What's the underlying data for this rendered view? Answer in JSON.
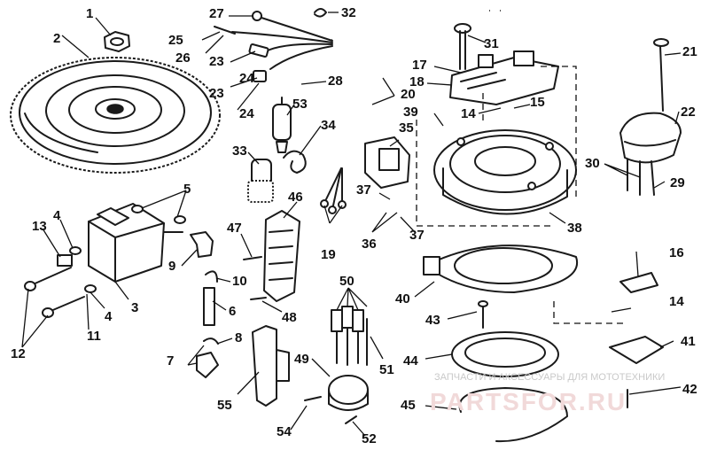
{
  "diagram": {
    "callouts": [
      {
        "id": "c1",
        "text": "1"
      },
      {
        "id": "c2",
        "text": "2"
      },
      {
        "id": "c3",
        "text": "3"
      },
      {
        "id": "c4a",
        "text": "4"
      },
      {
        "id": "c4b",
        "text": "4"
      },
      {
        "id": "c5",
        "text": "5"
      },
      {
        "id": "c6",
        "text": "6"
      },
      {
        "id": "c7",
        "text": "7"
      },
      {
        "id": "c8",
        "text": "8"
      },
      {
        "id": "c9",
        "text": "9"
      },
      {
        "id": "c10",
        "text": "10"
      },
      {
        "id": "c11",
        "text": "11"
      },
      {
        "id": "c12",
        "text": "12"
      },
      {
        "id": "c13",
        "text": "13"
      },
      {
        "id": "c14a",
        "text": "14"
      },
      {
        "id": "c14b",
        "text": "14"
      },
      {
        "id": "c15",
        "text": "15"
      },
      {
        "id": "c16",
        "text": "16"
      },
      {
        "id": "c17",
        "text": "17"
      },
      {
        "id": "c18",
        "text": "18"
      },
      {
        "id": "c19",
        "text": "19"
      },
      {
        "id": "c20",
        "text": "20"
      },
      {
        "id": "c21",
        "text": "21"
      },
      {
        "id": "c22",
        "text": "22"
      },
      {
        "id": "c23a",
        "text": "23"
      },
      {
        "id": "c23b",
        "text": "23"
      },
      {
        "id": "c24a",
        "text": "24"
      },
      {
        "id": "c24b",
        "text": "24"
      },
      {
        "id": "c25",
        "text": "25"
      },
      {
        "id": "c26",
        "text": "26"
      },
      {
        "id": "c27",
        "text": "27"
      },
      {
        "id": "c28",
        "text": "28"
      },
      {
        "id": "c29",
        "text": "29"
      },
      {
        "id": "c30",
        "text": "30"
      },
      {
        "id": "c31",
        "text": "31"
      },
      {
        "id": "c32",
        "text": "32"
      },
      {
        "id": "c33",
        "text": "33"
      },
      {
        "id": "c34",
        "text": "34"
      },
      {
        "id": "c35",
        "text": "35"
      },
      {
        "id": "c36",
        "text": "36"
      },
      {
        "id": "c37a",
        "text": "37"
      },
      {
        "id": "c37b",
        "text": "37"
      },
      {
        "id": "c38",
        "text": "38"
      },
      {
        "id": "c39",
        "text": "39"
      },
      {
        "id": "c40",
        "text": "40"
      },
      {
        "id": "c41",
        "text": "41"
      },
      {
        "id": "c42",
        "text": "42"
      },
      {
        "id": "c43",
        "text": "43"
      },
      {
        "id": "c44",
        "text": "44"
      },
      {
        "id": "c45",
        "text": "45"
      },
      {
        "id": "c46",
        "text": "46"
      },
      {
        "id": "c47",
        "text": "47"
      },
      {
        "id": "c48",
        "text": "48"
      },
      {
        "id": "c49",
        "text": "49"
      },
      {
        "id": "c50",
        "text": "50"
      },
      {
        "id": "c51",
        "text": "51"
      },
      {
        "id": "c52",
        "text": "52"
      },
      {
        "id": "c53",
        "text": "53"
      },
      {
        "id": "c54",
        "text": "54"
      },
      {
        "id": "c55",
        "text": "55"
      }
    ]
  },
  "watermark": {
    "caption": "ЗАПЧАСТИ И АКСЕССУАРЫ ДЛЯ МОТОТЕХНИКИ",
    "logo_text": "PARTSFOR.RU"
  }
}
